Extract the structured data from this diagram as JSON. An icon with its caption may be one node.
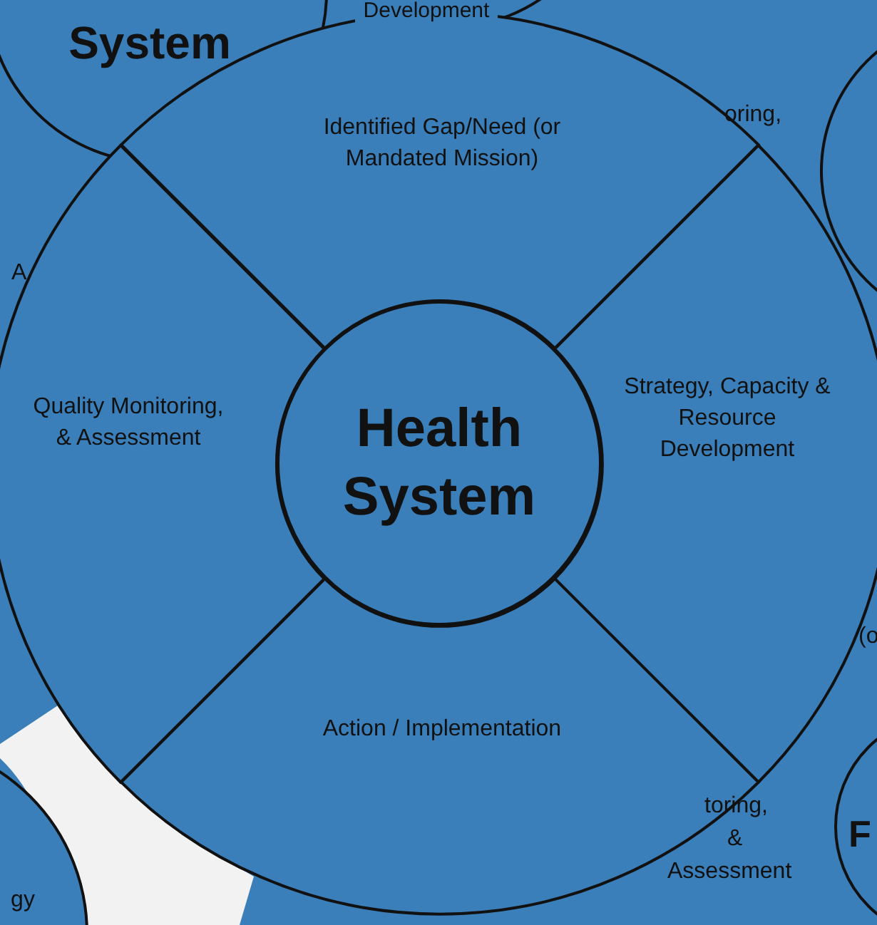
{
  "diagram": {
    "nodes": [
      {
        "text": [
          "Identified Gap/Need (or Mandated Mission)"
        ]
      },
      {
        "text": [
          "Quality Monitoring, & Assessment"
        ]
      },
      {
        "text": [
          "Health System"
        ]
      },
      {
        "text": [
          "Strategy, Capacity & Resource Development"
        ]
      },
      {
        "text": [
          "Action / Implementation"
        ]
      },
      {
        "text": [
          "System"
        ]
      },
      {
        "text": [
          "Development"
        ]
      },
      {
        "text": [],
        "shape": "circle"
      },
      {
        "text": [
          "F"
        ]
      },
      {
        "text": [
          "gy"
        ]
      }
    ],
    "edges": [],
    "labels": [
      "oring,",
      "A",
      "(o",
      "toring,",
      "&",
      "Assessment"
    ]
  }
}
